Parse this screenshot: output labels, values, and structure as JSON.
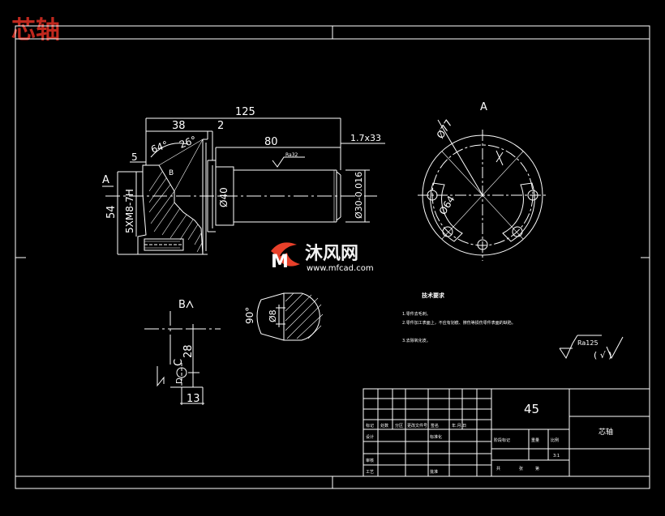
{
  "title": "芯轴",
  "watermark": {
    "name": "沐风网",
    "url": "www.mfcad.com"
  },
  "dims": {
    "d125": "125",
    "d38": "38",
    "d2": "2",
    "d80": "80",
    "d5": "5",
    "chamfer": "1.7x33",
    "ang64": "64°",
    "ang26": "26°",
    "d54": "54",
    "thread": "5XM8-7H",
    "dia40": "Ø40",
    "dia30": "Ø30-0.016",
    "rough": "Ra32",
    "labelB": "B",
    "d77": "Ø77",
    "d64": "Ø64",
    "ang90": "90°",
    "dia8": "Ø8",
    "d28": "28",
    "d13": "13",
    "labelC": "C",
    "labelD": "D"
  },
  "views": {
    "a_marker": "A",
    "a_view": "A",
    "b_view": "B"
  },
  "notes": {
    "title": "技术要求",
    "items": [
      "1.零件去毛刺。",
      "2.零件加工表面上，不应有划痕、擦伤等损伤零件表面的缺陷。",
      "3.去除氧化皮。"
    ]
  },
  "roughness": {
    "label": "Ra125",
    "paren": "( √ )"
  },
  "titleblock": {
    "material": "45",
    "part_name": "芯轴",
    "row_labels": [
      "标记",
      "处数",
      "分区",
      "更改文件号",
      "签名",
      "年.月.日"
    ],
    "design": "设计",
    "std": "标准化",
    "stage": "阶段标记",
    "weight": "重量",
    "ratio": "比例",
    "scale": "3:1",
    "check": "审核",
    "process": "工艺",
    "approve": "批准",
    "total": "共",
    "zhang": "张",
    "di": "第"
  },
  "colors": {
    "line": "#ffffff",
    "title": "#c0281e",
    "logo": "#e8402a"
  }
}
